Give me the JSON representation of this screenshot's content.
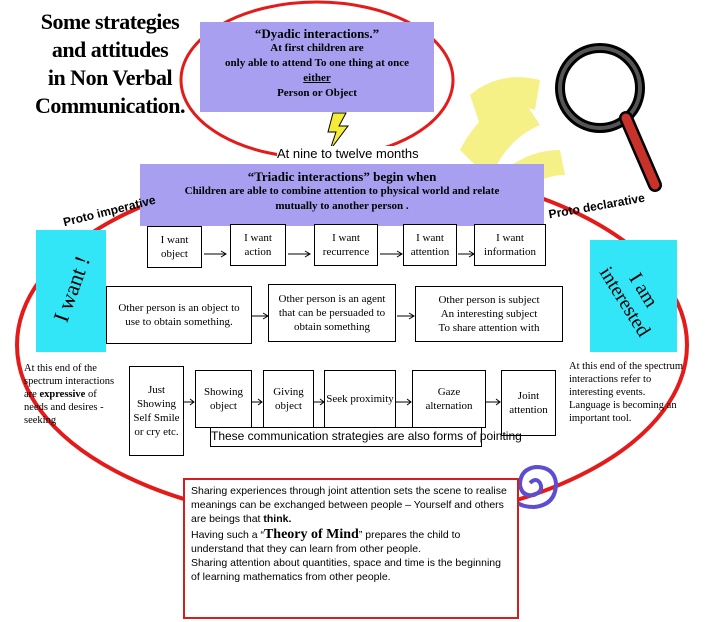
{
  "title": {
    "line1": "Some strategies",
    "line2": "and attitudes",
    "line3": "in Non Verbal",
    "line4": "Communication."
  },
  "dyadic": {
    "heading": "“Dyadic interactions.”",
    "line1": "At first children are",
    "line2": "only able to attend To one thing at once",
    "line3": "either",
    "line4": "Person or Object"
  },
  "nine_months": "At nine to twelve months",
  "triadic": {
    "heading": "“Triadic interactions” begin when",
    "line1": "Children are able to combine attention to physical world and relate",
    "line2": "mutually to another person ."
  },
  "proto_imperative": "Proto imperative",
  "proto_declarative": "Proto declarative",
  "want_sign": "I want !",
  "interested_sign": {
    "line1": "I am",
    "line2": "interested"
  },
  "wants": [
    "I want object",
    "I want action",
    "I want recurrence",
    "I want attention",
    "I want information"
  ],
  "persons": {
    "left": "Other person is an object to use to obtain something.",
    "middle": "Other person is an agent that can be persuaded to obtain something",
    "right_l1": "Other person is subject",
    "right_l2": "An interesting subject",
    "right_l3": "To share attention with"
  },
  "behaviours": {
    "showing_self": "Just Showing Self Smile or cry etc.",
    "items": [
      "Showing object",
      "Giving object",
      "Seek proximity",
      "Gaze alternation",
      "Joint attention"
    ]
  },
  "pointing_note": "These communication strategies are also forms of pointing",
  "left_note": {
    "part1": "At this end of the spectrum interactions are",
    "bold1": "expressive",
    "part2": "of needs and desires - seeking"
  },
  "right_note": "At this end of the spectrum interactions refer to interesting events. Language is becoming an important tool.",
  "bottom": {
    "p1a": "Sharing experiences through joint attention sets the scene to realise meanings can be exchanged between people – Yourself and others are beings that",
    "p1b": "think.",
    "p2a": "Having such a “",
    "p2b": "Theory of Mind",
    "p2c": "” prepares the child to understand that they can learn from other people.",
    "p3": "Sharing attention about quantities, space and time is the beginning of learning mathematics from other people."
  },
  "colors": {
    "ellipse": "#e31b1b",
    "purple_box": "#a99ff0",
    "cyan_sign": "#33e6f7",
    "magnifier_handle": "#c8322a"
  }
}
